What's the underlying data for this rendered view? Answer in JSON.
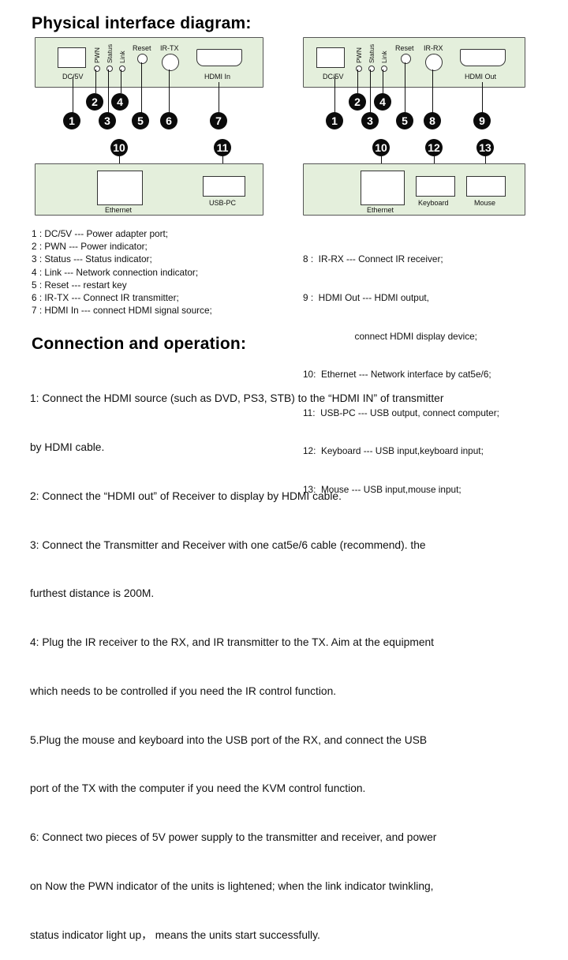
{
  "title_interface": "Physical interface diagram:",
  "title_connection": "Connection and operation:",
  "tx_panel": {
    "dc_label": "DC/5V",
    "pwn_label": "PWN",
    "status_label": "Status",
    "link_label": "Link",
    "reset_label": "Reset",
    "ir_label": "IR-TX",
    "hdmi_label": "HDMI In",
    "ethernet_label": "Ethernet",
    "usb_label": "USB-PC"
  },
  "rx_panel": {
    "dc_label": "DC/5V",
    "pwn_label": "PWN",
    "status_label": "Status",
    "link_label": "Link",
    "reset_label": "Reset",
    "ir_label": "IR-RX",
    "hdmi_label": "HDMI Out",
    "ethernet_label": "Ethernet",
    "keyboard_label": "Keyboard",
    "mouse_label": "Mouse"
  },
  "callouts": {
    "tx_top": [
      "1",
      "2",
      "3",
      "4",
      "5",
      "6",
      "7"
    ],
    "tx_bottom": [
      "10",
      "11"
    ],
    "rx_top": [
      "1",
      "2",
      "3",
      "4",
      "5",
      "8",
      "9"
    ],
    "rx_bottom": [
      "10",
      "12",
      "13"
    ]
  },
  "legend_left": [
    "1 :  DC/5V --- Power adapter port;",
    "2 :  PWN --- Power indicator;",
    "3 :  Status --- Status indicator;",
    "4 :  Link --- Network connection indicator;",
    "5 :  Reset --- restart key",
    "6 :  IR-TX --- Connect IR transmitter;",
    "7 :  HDMI In --- connect HDMI signal source;"
  ],
  "legend_right": [
    "8 :  IR-RX --- Connect IR receiver;",
    "9 :  HDMI Out --- HDMI output,",
    "                    connect HDMI display device;",
    "10:  Ethernet --- Network interface by cat5e/6;",
    "11:  USB-PC --- USB output, connect computer;",
    "12:  Keyboard --- USB input,keyboard input;",
    "13:  Mouse --- USB input,mouse input;"
  ],
  "steps": [
    "1: Connect the HDMI source (such as DVD, PS3, STB) to the “HDMI IN” of transmitter",
    "    by HDMI cable.",
    "2: Connect the “HDMI out” of Receiver to display by HDMI cable.",
    "3: Connect the Transmitter and Receiver with one cat5e/6 cable (recommend). the",
    "    furthest distance is 200M.",
    "4: Plug the IR receiver to the RX, and IR transmitter to the TX. Aim at the equipment",
    "    which needs to be controlled if you need the IR control function.",
    "5.Plug the mouse and keyboard into the USB port of the RX, and connect the USB",
    "    port of the TX with the computer if you need the KVM control function.",
    "6: Connect two pieces of 5V power supply to the transmitter and receiver, and power",
    "    on Now the PWN indicator of the units is lightened; when the link indicator twinkling,",
    "    status indicator light up， means the units start successfully."
  ]
}
